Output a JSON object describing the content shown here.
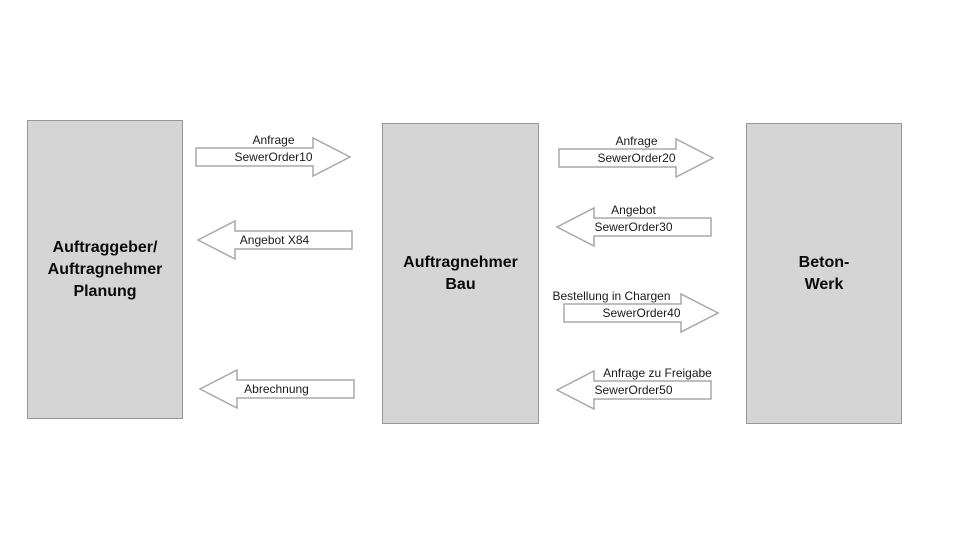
{
  "diagram": {
    "boxes": [
      {
        "label": "Auftraggeber/ Auftragnehmer Planung",
        "lines": [
          "Auftraggeber/",
          "Auftragnehmer",
          "Planung"
        ]
      },
      {
        "label": "Auftragnehmer Bau",
        "lines": [
          "Auftragnehmer",
          "Bau"
        ]
      },
      {
        "label": "Beton- Werk",
        "lines": [
          "Beton-",
          "Werk"
        ]
      }
    ],
    "arrows": [
      {
        "title": "Anfrage",
        "body": "SewerOrder10",
        "direction": "right"
      },
      {
        "title": "",
        "body": "Angebot X84",
        "direction": "left"
      },
      {
        "title": "Anfrage",
        "body": "SewerOrder20",
        "direction": "right"
      },
      {
        "title": "Angebot",
        "body": "SewerOrder30",
        "direction": "left"
      },
      {
        "title": "Bestellung in Chargen",
        "body": "SewerOrder40",
        "direction": "right"
      },
      {
        "title": "Anfrage zu Freigabe",
        "body": "SewerOrder50",
        "direction": "left"
      },
      {
        "title": "",
        "body": "Abrechnung",
        "direction": "left"
      }
    ],
    "colors": {
      "box_fill": "#d5d5d5",
      "box_border": "#979797",
      "arrow_fill": "#ffffff",
      "arrow_border": "#a8a8a8",
      "background": "#ffffff",
      "text": "#000000"
    }
  }
}
